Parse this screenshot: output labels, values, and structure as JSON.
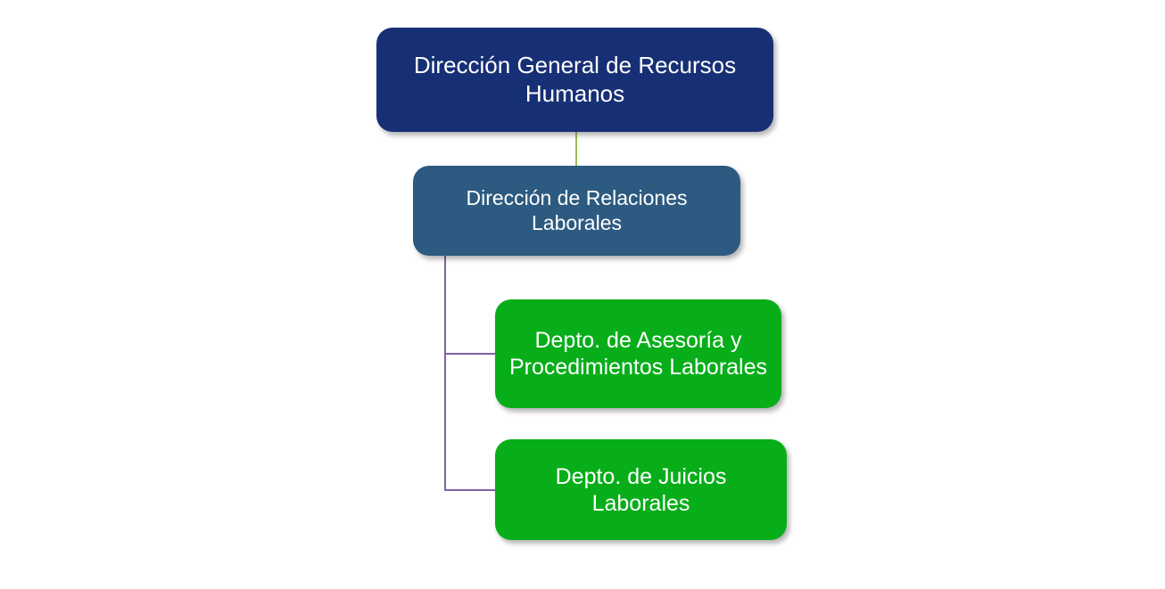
{
  "nodes": {
    "root": {
      "label": "Dirección General de Recursos Humanos",
      "color": "#172F75"
    },
    "level2": {
      "label": "Dirección de Relaciones Laborales",
      "color": "#2D5A80"
    },
    "child1": {
      "label": "Depto. de Asesoría y Procedimientos Laborales",
      "color": "#08AE1A"
    },
    "child2": {
      "label": "Depto. de Juicios Laborales",
      "color": "#08AE1A"
    }
  },
  "connector_colors": {
    "root_to_level2": "#9BBB59",
    "level2_to_children": "#8064A2"
  }
}
